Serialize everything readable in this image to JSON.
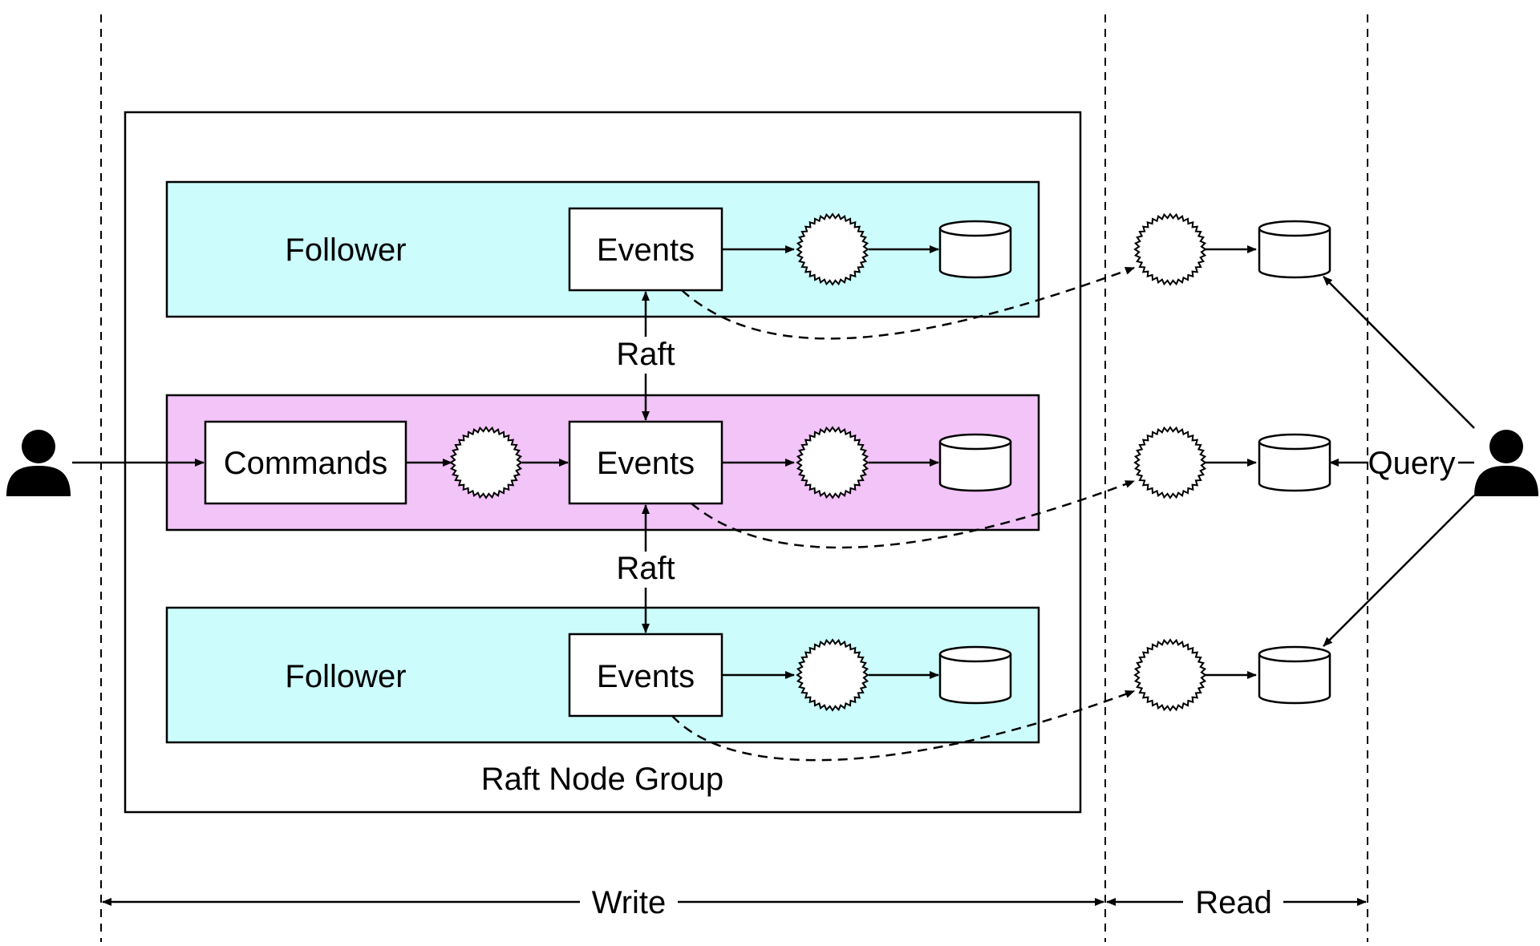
{
  "labels": {
    "follower": "Follower",
    "events": "Events",
    "commands": "Commands",
    "raft": "Raft",
    "query": "Query",
    "group": "Raft Node Group",
    "write": "Write",
    "read": "Read"
  },
  "colors": {
    "follower_fill": "#ccfcfc",
    "leader_fill": "#f2c4f8",
    "stroke": "#000000",
    "background": "#ffffff"
  },
  "icons": {
    "user": "user-icon",
    "processor": "processor-icon",
    "database": "database-icon"
  }
}
